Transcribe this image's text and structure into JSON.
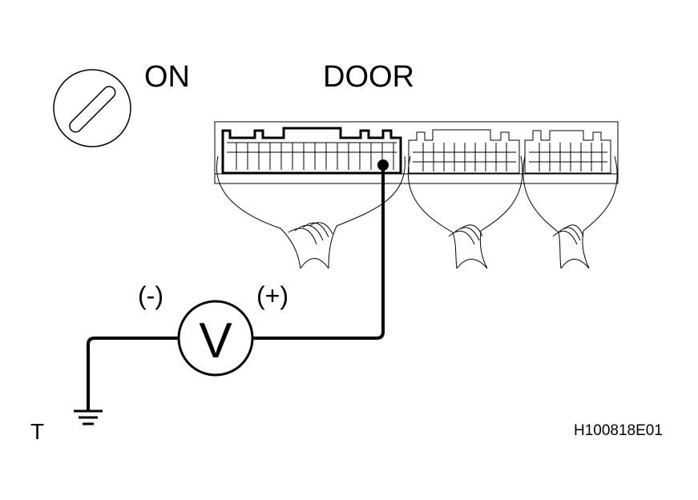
{
  "labels": {
    "ignition": "ON",
    "connector": "DOOR",
    "meter": "V",
    "negative": "(-)",
    "positive": "(+)",
    "ground": "T",
    "figure_id": "H100818E01"
  },
  "icons": {
    "ignition": "ignition-switch-icon",
    "meter": "voltmeter-icon",
    "ground": "ground-symbol-icon"
  },
  "colors": {
    "ink": "#000000",
    "background": "#ffffff"
  }
}
